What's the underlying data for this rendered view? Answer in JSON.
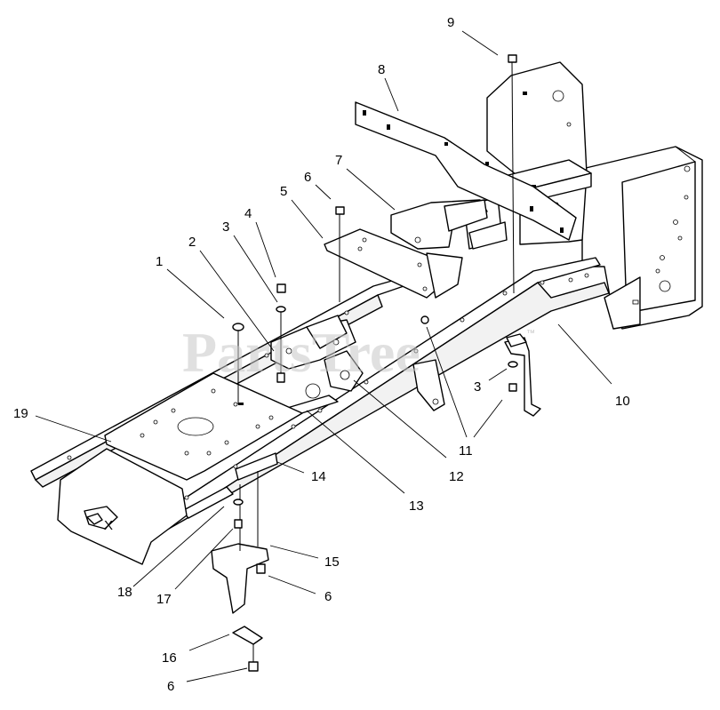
{
  "watermark": {
    "text": "PartsTree",
    "trademark": "™"
  },
  "callouts": [
    {
      "id": "c1",
      "label": "1"
    },
    {
      "id": "c2",
      "label": "2"
    },
    {
      "id": "c3a",
      "label": "3"
    },
    {
      "id": "c4",
      "label": "4"
    },
    {
      "id": "c5",
      "label": "5"
    },
    {
      "id": "c6a",
      "label": "6"
    },
    {
      "id": "c7",
      "label": "7"
    },
    {
      "id": "c8",
      "label": "8"
    },
    {
      "id": "c9",
      "label": "9"
    },
    {
      "id": "c10",
      "label": "10"
    },
    {
      "id": "c3b",
      "label": "3"
    },
    {
      "id": "c11",
      "label": "11"
    },
    {
      "id": "c12",
      "label": "12"
    },
    {
      "id": "c13",
      "label": "13"
    },
    {
      "id": "c14",
      "label": "14"
    },
    {
      "id": "c15",
      "label": "15"
    },
    {
      "id": "c6b",
      "label": "6"
    },
    {
      "id": "c16",
      "label": "16"
    },
    {
      "id": "c6c",
      "label": "6"
    },
    {
      "id": "c17",
      "label": "17"
    },
    {
      "id": "c18",
      "label": "18"
    },
    {
      "id": "c19",
      "label": "19"
    }
  ],
  "colors": {
    "line": "#000000",
    "background": "#ffffff",
    "watermark": "#c8c8c8"
  }
}
